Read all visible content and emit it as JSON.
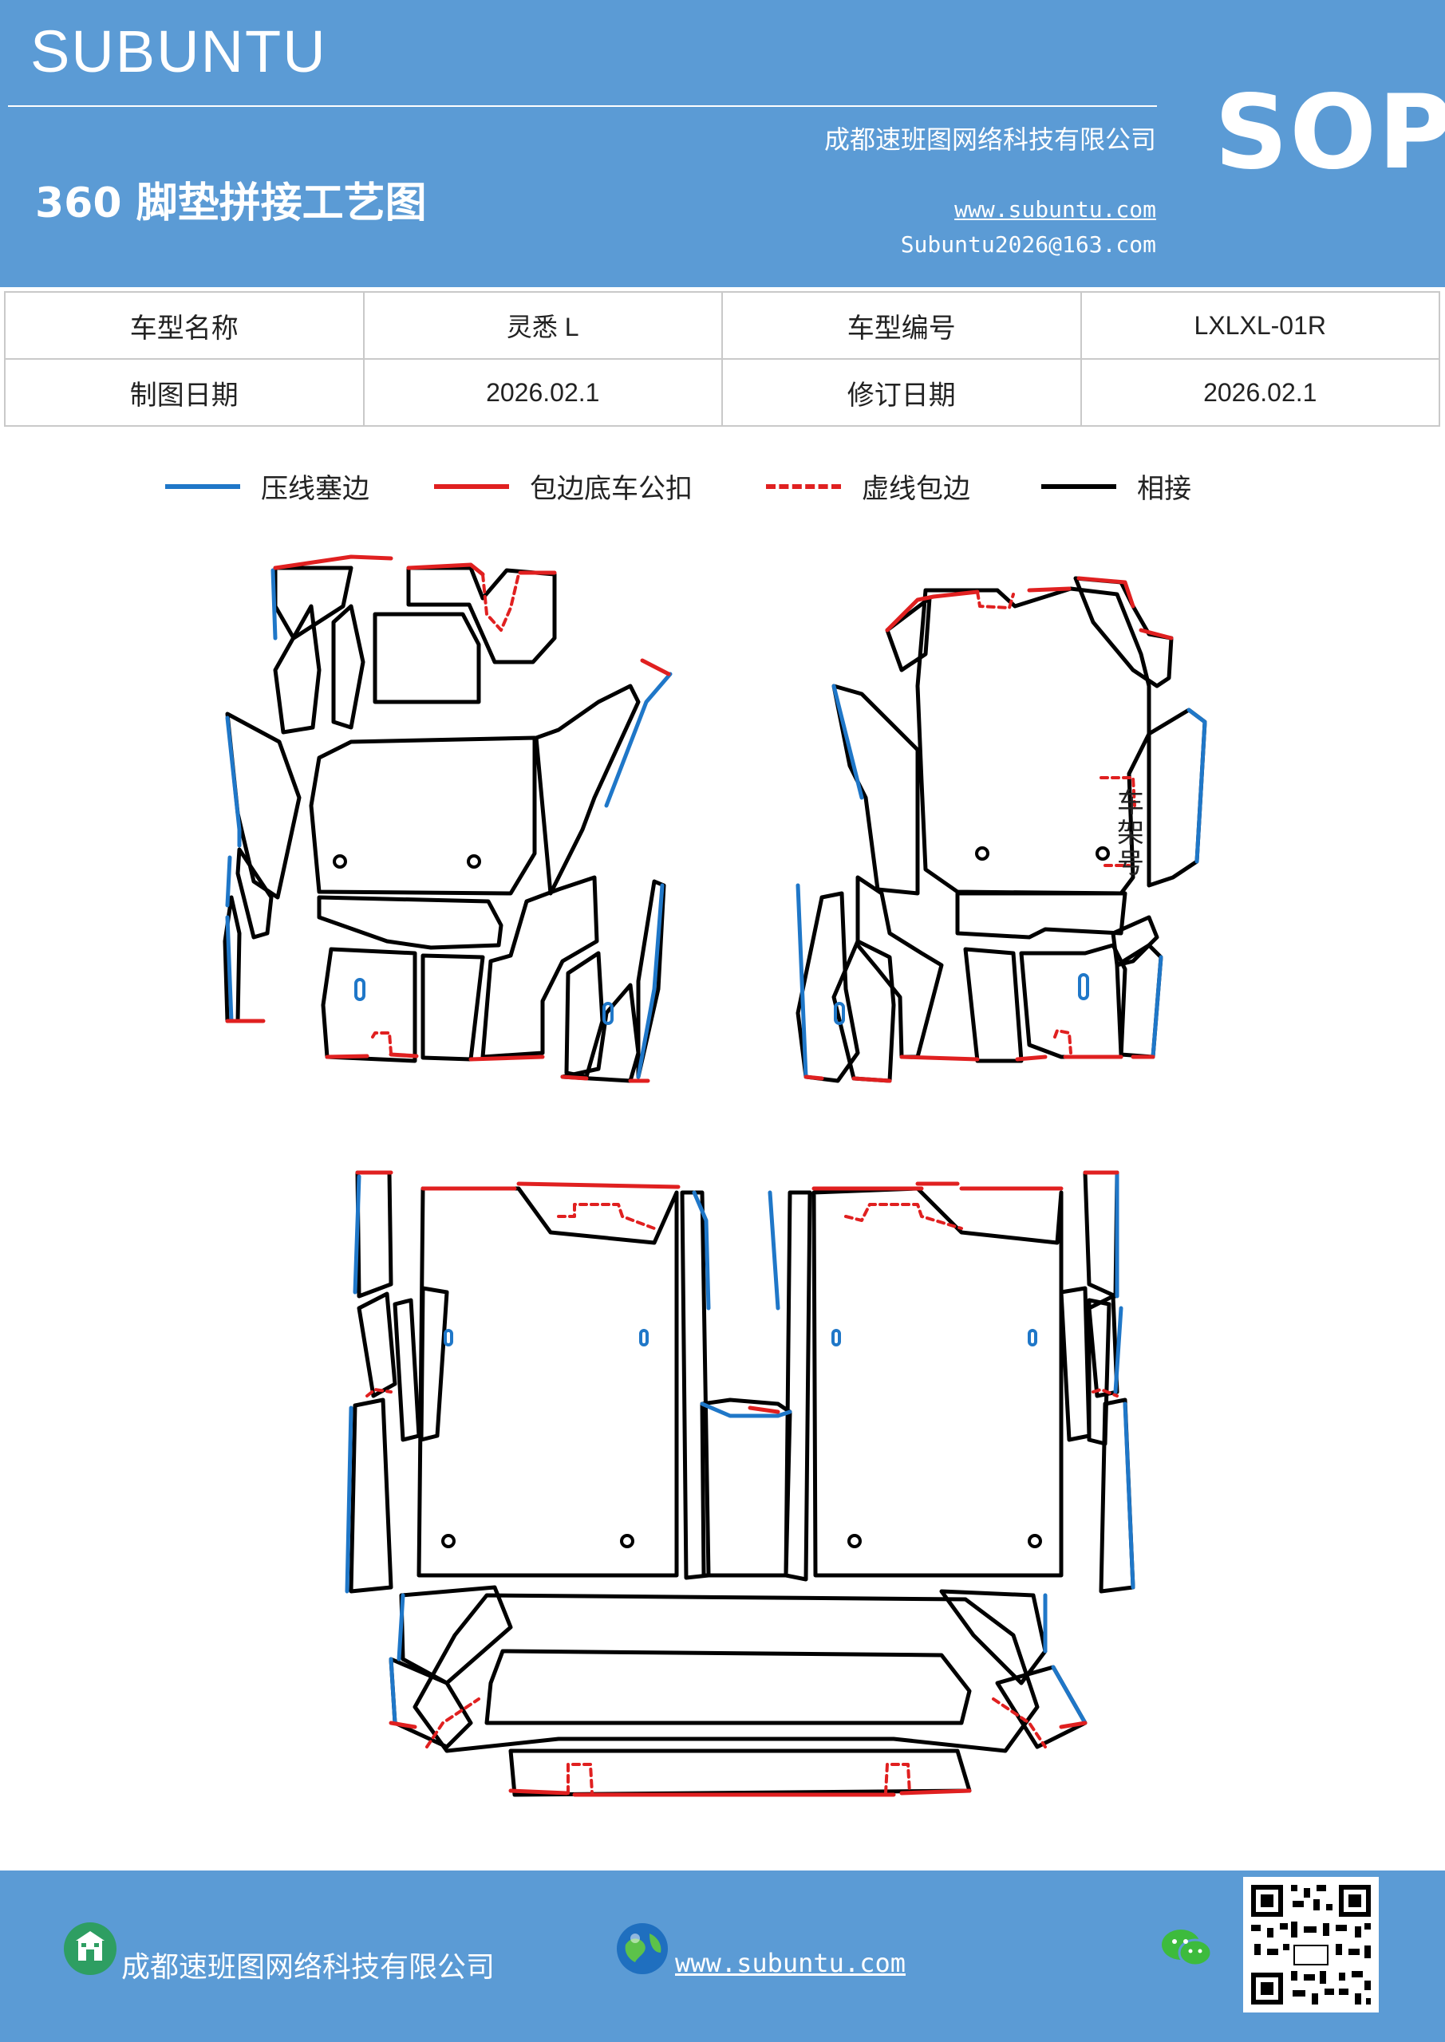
{
  "header": {
    "brand": "SUBUNTU",
    "title": "360 脚垫拼接工艺图",
    "company": "成都速班图网络科技有限公司",
    "website": "www.subuntu.com",
    "email": "Subuntu2026@163.com",
    "badge": "SOP"
  },
  "info_table": {
    "rows": [
      [
        "车型名称",
        "灵悉 L",
        "车型编号",
        "LXLXL-01R"
      ],
      [
        "制图日期",
        "2026.02.1",
        "修订日期",
        "2026.02.1"
      ]
    ]
  },
  "legend": [
    {
      "label": "压线塞边",
      "color": "#1f77c8",
      "style": "solid"
    },
    {
      "label": "包边底车公扣",
      "color": "#e02020",
      "style": "solid"
    },
    {
      "label": "虚线包边",
      "color": "#e02020",
      "style": "dashed"
    },
    {
      "label": "相接",
      "color": "#000000",
      "style": "solid"
    }
  ],
  "drawing": {
    "frame_label": "车架号",
    "colors": {
      "press": "#1f77c8",
      "wrap": "#e02020",
      "joint": "#000000"
    }
  },
  "footer": {
    "company": "成都速班图网络科技有限公司",
    "website": "www.subuntu.com",
    "icons": [
      "building-icon",
      "globe-icon",
      "wechat-icon",
      "qr-code"
    ]
  }
}
